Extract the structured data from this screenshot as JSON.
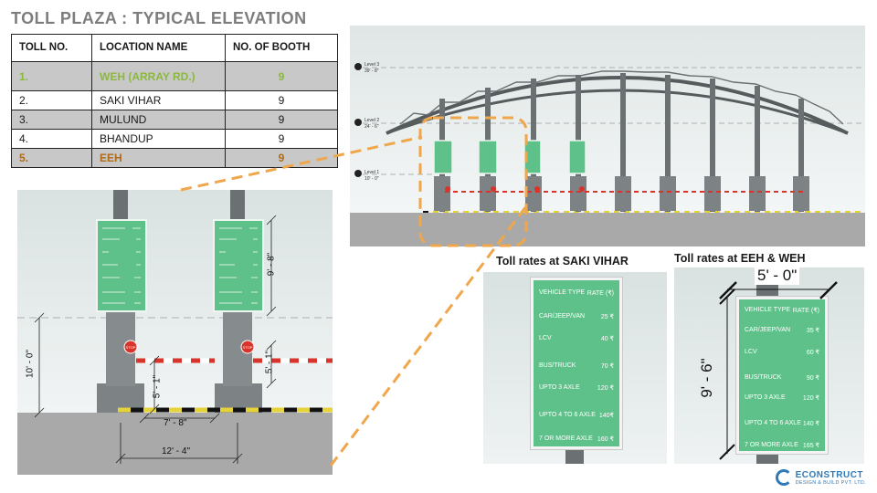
{
  "title": "TOLL PLAZA  : TYPICAL ELEVATION",
  "table": {
    "headers": [
      "TOLL NO.",
      "LOCATION NAME",
      "NO. OF BOOTH"
    ],
    "rows": [
      {
        "no": "1.",
        "name": "WEH (ARRAY RD.)",
        "booths": "9"
      },
      {
        "no": "2.",
        "name": "SAKI VIHAR",
        "booths": "9"
      },
      {
        "no": "3.",
        "name": "MULUND",
        "booths": "9"
      },
      {
        "no": "4.",
        "name": "BHANDUP",
        "booths": "9"
      },
      {
        "no": "5.",
        "name": "EEH",
        "booths": "9"
      }
    ]
  },
  "elevation": {
    "levels": [
      {
        "name": "Level 3",
        "value": "39' - 8\""
      },
      {
        "name": "Level 2",
        "value": "24' - 6\""
      },
      {
        "name": "Level 1",
        "value": "10' - 0\""
      }
    ]
  },
  "detail": {
    "dims": {
      "sign_height": "9' - 8\"",
      "pole_height": "10' - 0\"",
      "barrier_height": "5' - 1\"",
      "barrier_gap": "5' - 1\"",
      "booth_width": "7' - 8\"",
      "spacing": "12' - 4\""
    },
    "stop_label": "STOP"
  },
  "saki_vihar": {
    "caption": "Toll rates at SAKI VIHAR",
    "header": {
      "type": "VEHICLE TYPE",
      "rate": "RATE (₹)"
    },
    "rows": [
      {
        "type": "CAR/JEEP/VAN",
        "rate": "25 ₹"
      },
      {
        "type": "LCV",
        "rate": "40 ₹"
      },
      {
        "type": "BUS/TRUCK",
        "rate": "70 ₹"
      },
      {
        "type": "UPTO 3 AXLE",
        "rate": "120 ₹"
      },
      {
        "type": "UPTO 4 TO 6 AXLE",
        "rate": "140₹"
      },
      {
        "type": "7 OR MORE AXLE",
        "rate": "160 ₹"
      }
    ]
  },
  "eeh_weh": {
    "caption": "Toll rates at  EEH  & WEH",
    "width_dim": "5' - 0\"",
    "height_dim": "9' - 6\"",
    "header": {
      "type": "VEHICLE TYPE",
      "rate": "RATE (₹)"
    },
    "rows": [
      {
        "type": "CAR/JEEP/VAN",
        "rate": "35 ₹"
      },
      {
        "type": "LCV",
        "rate": "60 ₹"
      },
      {
        "type": "BUS/TRUCK",
        "rate": "90 ₹"
      },
      {
        "type": "UPTO 3 AXLE",
        "rate": "120 ₹"
      },
      {
        "type": "UPTO 4 TO 6 AXLE",
        "rate": "140 ₹"
      },
      {
        "type": "7 OR MORE AXLE",
        "rate": "165 ₹"
      }
    ]
  },
  "logo": {
    "name": "ECONSTRUCT",
    "sub": "DESIGN & BUILD PVT. LTD."
  },
  "colors": {
    "sign_green": "#5fc18a",
    "highlight_orange": "#f0a64a",
    "weh_green": "#8bb93c",
    "eeh_brown": "#b06a18"
  }
}
